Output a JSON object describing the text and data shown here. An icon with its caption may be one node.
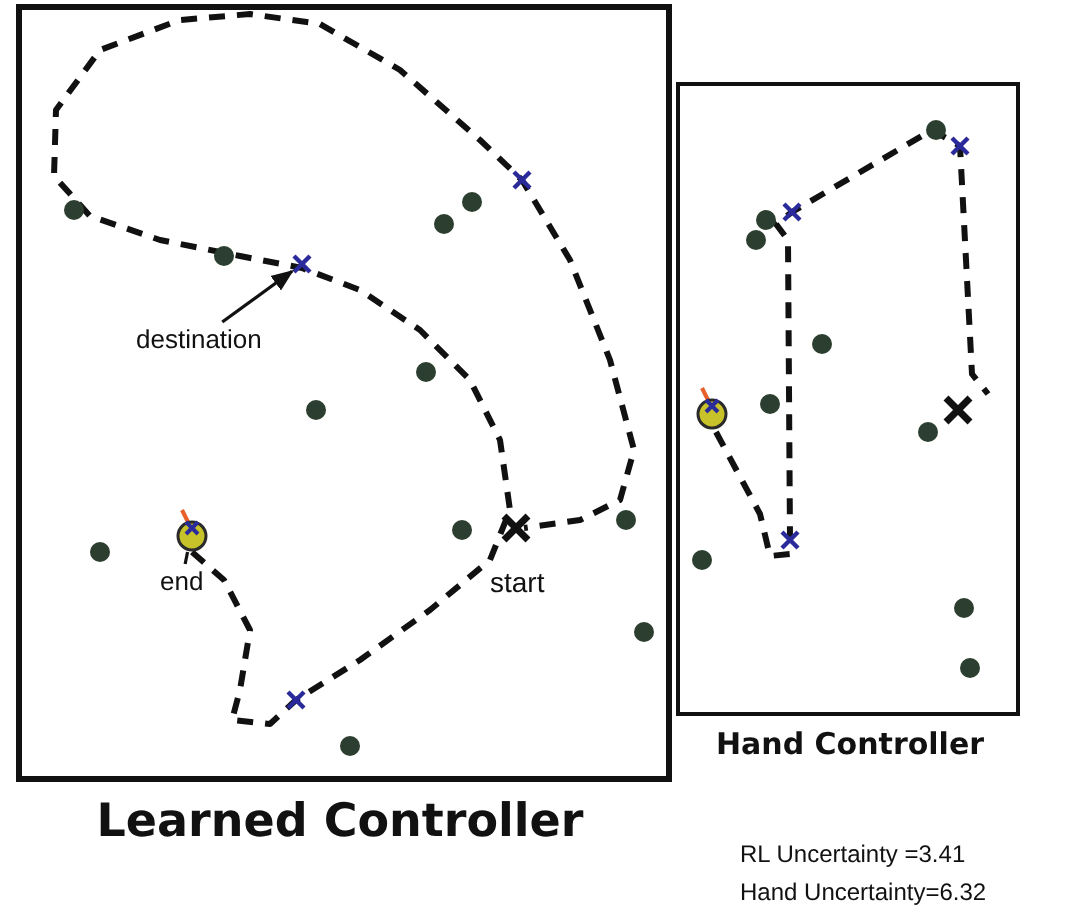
{
  "diagram": {
    "nodes": [
      {
        "text": [
          "Learned Controller"
        ]
      },
      {
        "text": [
          "Hand Controller"
        ]
      },
      {
        "text": [
          "destination"
        ],
        "in": 0
      },
      {
        "text": [],
        "shape": "cross",
        "in": 0
      },
      {
        "text": [
          "end"
        ],
        "in": 0
      },
      {
        "text": [],
        "shape": "circle",
        "in": 0
      }
    ],
    "edges": [
      {
        "from": 2,
        "to": 3,
        "arrow": "to"
      },
      {
        "from": 4,
        "to": 5,
        "arrow": "none"
      }
    ],
    "labels": [
      "start",
      "RL Uncertainty =3.41",
      "Hand Uncertainty=6.32"
    ]
  }
}
